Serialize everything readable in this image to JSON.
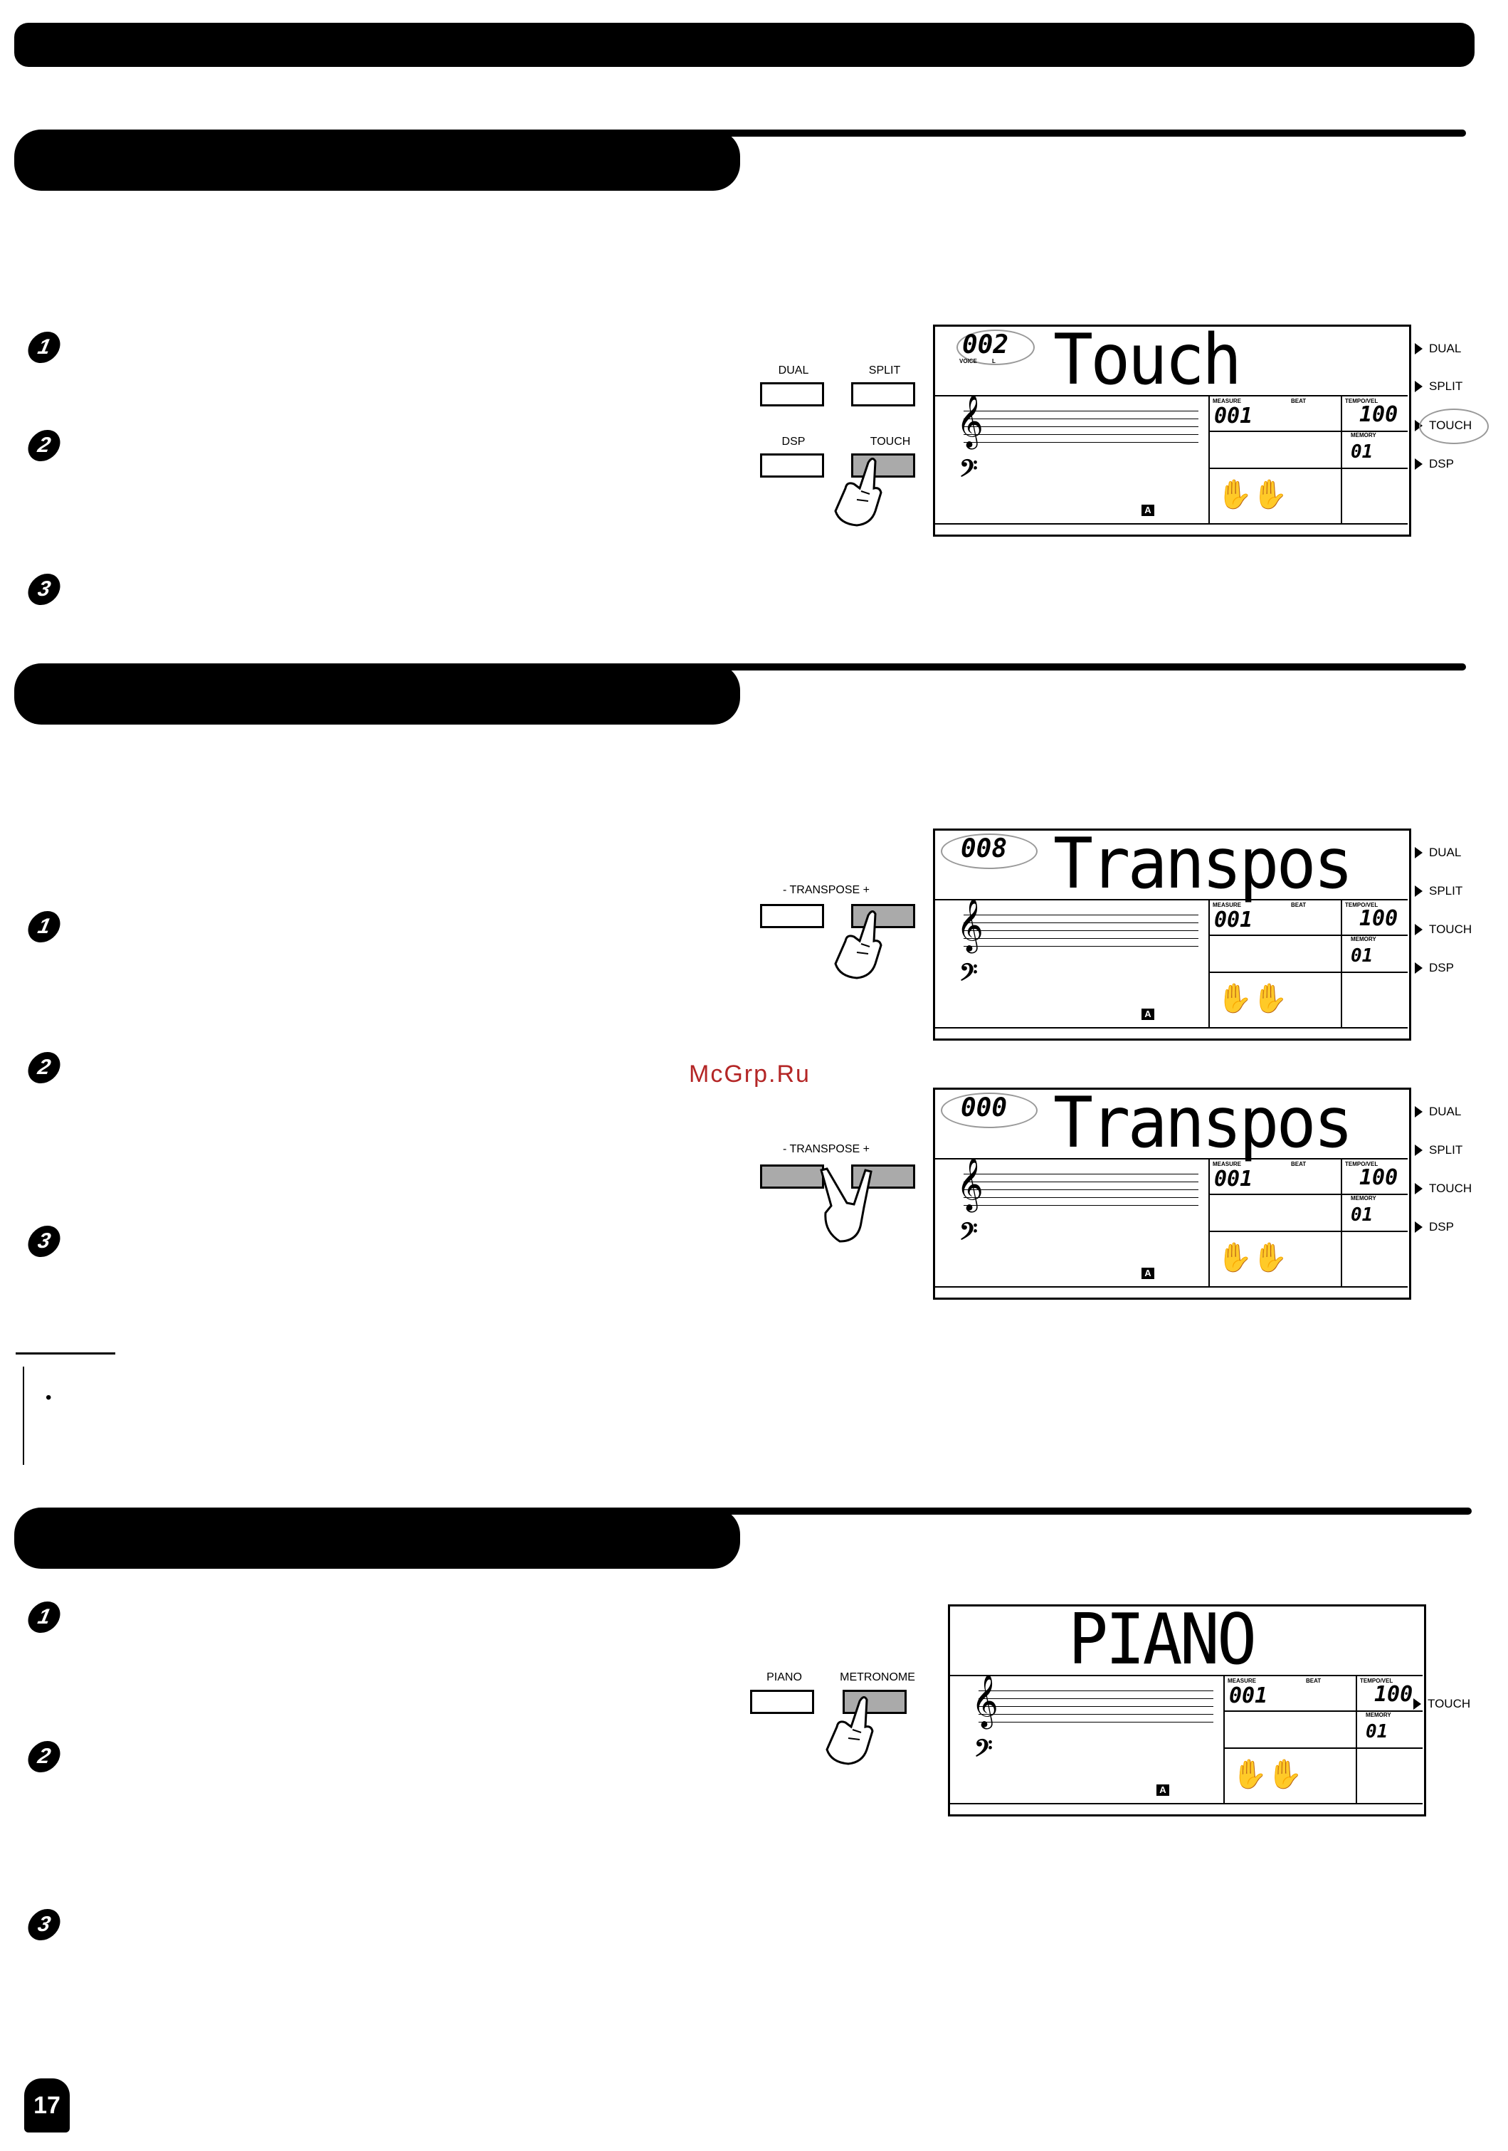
{
  "steps": {
    "one": "1",
    "two": "2",
    "three": "3"
  },
  "panel_touch": {
    "buttons": {
      "dual": "DUAL",
      "split": "SPLIT",
      "dsp": "DSP",
      "touch": "TOUCH"
    },
    "lcd": {
      "voice_number": "002",
      "voice_label": "VOICE",
      "voice_suffix": "L",
      "main_text": "Touch",
      "measure_label": "MEASURE",
      "beat_label": "BEAT",
      "tempo_label": "TEMPO/VEL",
      "memory_label": "MEMORY",
      "measure_value": "001",
      "tempo_value": "100",
      "memory_value": "01",
      "a_badge": "A"
    },
    "side": {
      "dual": "DUAL",
      "split": "SPLIT",
      "touch": "TOUCH",
      "dsp": "DSP"
    }
  },
  "panel_transpose": {
    "button_label": "- TRANSPOSE +",
    "lcd_a": {
      "number": "008",
      "main_text": "Transpos",
      "measure_value": "001",
      "tempo_value": "100",
      "memory_value": "01",
      "a_badge": "A"
    },
    "lcd_b": {
      "number": "000",
      "main_text": "Transpos",
      "measure_value": "001",
      "tempo_value": "100",
      "memory_value": "01",
      "a_badge": "A"
    },
    "labels": {
      "measure": "MEASURE",
      "beat": "BEAT",
      "tempo": "TEMPO/VEL",
      "memory": "MEMORY"
    },
    "side": {
      "dual": "DUAL",
      "split": "SPLIT",
      "touch": "TOUCH",
      "dsp": "DSP"
    }
  },
  "panel_piano": {
    "buttons": {
      "piano": "PIANO",
      "metronome": "METRONOME"
    },
    "lcd": {
      "main_text": "PIANO",
      "measure_label": "MEASURE",
      "beat_label": "BEAT",
      "tempo_label": "TEMPO/VEL",
      "memory_label": "MEMORY",
      "measure_value": "001",
      "tempo_value": "100",
      "memory_value": "01",
      "a_badge": "A"
    },
    "side": {
      "touch": "TOUCH"
    }
  },
  "note": {
    "bullet": "•"
  },
  "watermark": "McGrp.Ru",
  "page_number": "17",
  "icons": [
    "pointing-hand-icon",
    "two-finger-hand-icon",
    "treble-clef-icon",
    "bass-clef-icon",
    "hands-icon",
    "triangle-pointer-icon"
  ]
}
